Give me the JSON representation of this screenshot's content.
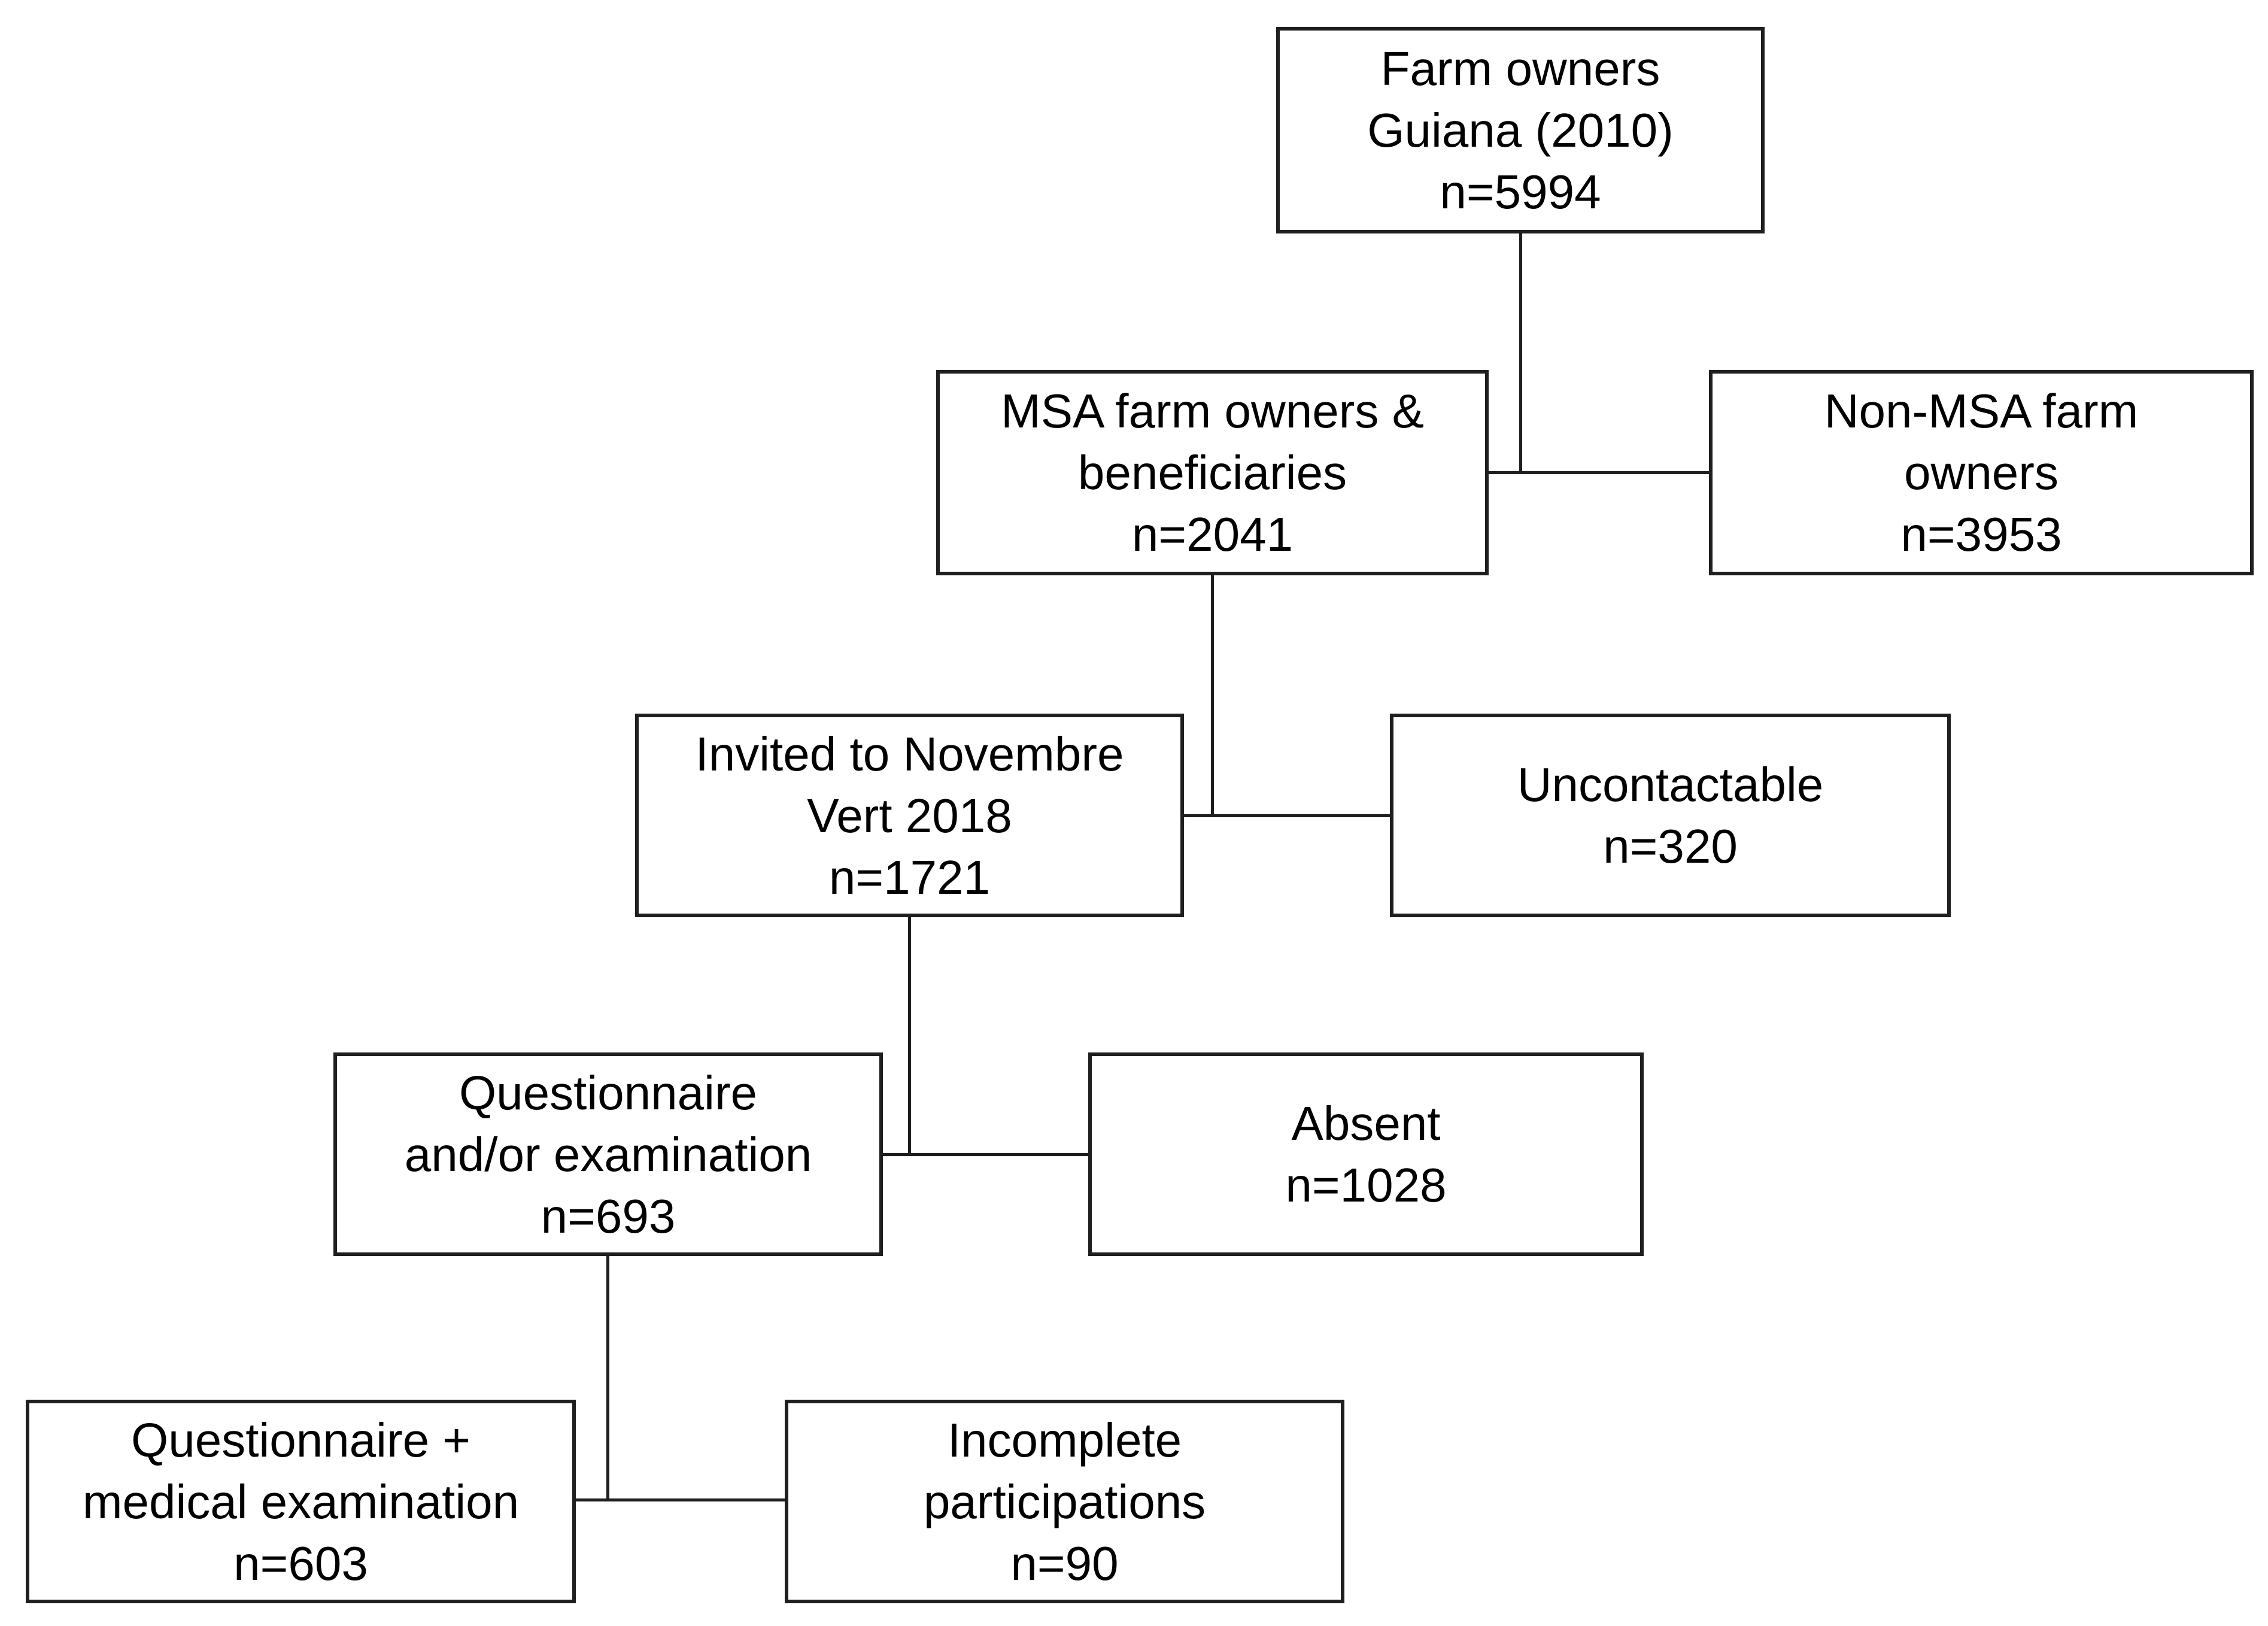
{
  "diagram": {
    "background_color": "#ffffff",
    "line_color": "#1f1f1f",
    "text_color": "#000000",
    "nodes": [
      {
        "id": "farm-owners",
        "lines": [
          "Farm owners",
          "Guiana (2010)",
          "n=5994"
        ],
        "n": 5994
      },
      {
        "id": "msa-farm-owners",
        "lines": [
          "MSA farm owners &",
          "beneficiaries",
          "n=2041"
        ],
        "n": 2041
      },
      {
        "id": "non-msa-farm-owners",
        "lines": [
          "Non-MSA farm",
          "owners",
          "n=3953"
        ],
        "n": 3953
      },
      {
        "id": "invited-novembre-vert",
        "lines": [
          "Invited to Novembre",
          "Vert 2018",
          "n=1721"
        ],
        "n": 1721
      },
      {
        "id": "uncontactable",
        "lines": [
          "Uncontactable",
          "n=320"
        ],
        "n": 320
      },
      {
        "id": "questionnaire-andor-exam",
        "lines": [
          "Questionnaire",
          "and/or examination",
          "n=693"
        ],
        "n": 693
      },
      {
        "id": "absent",
        "lines": [
          "Absent",
          "n=1028"
        ],
        "n": 1028
      },
      {
        "id": "questionnaire-medical-exam",
        "lines": [
          "Questionnaire +",
          "medical examination",
          "n=603"
        ],
        "n": 603
      },
      {
        "id": "incomplete-participations",
        "lines": [
          "Incomplete",
          "participations",
          "n=90"
        ],
        "n": 90
      }
    ],
    "edges": [
      {
        "from": "farm-owners",
        "to": "msa-farm-owners"
      },
      {
        "from": "farm-owners",
        "to": "non-msa-farm-owners"
      },
      {
        "from": "msa-farm-owners",
        "to": "invited-novembre-vert"
      },
      {
        "from": "msa-farm-owners",
        "to": "uncontactable"
      },
      {
        "from": "invited-novembre-vert",
        "to": "questionnaire-andor-exam"
      },
      {
        "from": "invited-novembre-vert",
        "to": "absent"
      },
      {
        "from": "questionnaire-andor-exam",
        "to": "questionnaire-medical-exam"
      },
      {
        "from": "questionnaire-andor-exam",
        "to": "incomplete-participations"
      }
    ]
  }
}
